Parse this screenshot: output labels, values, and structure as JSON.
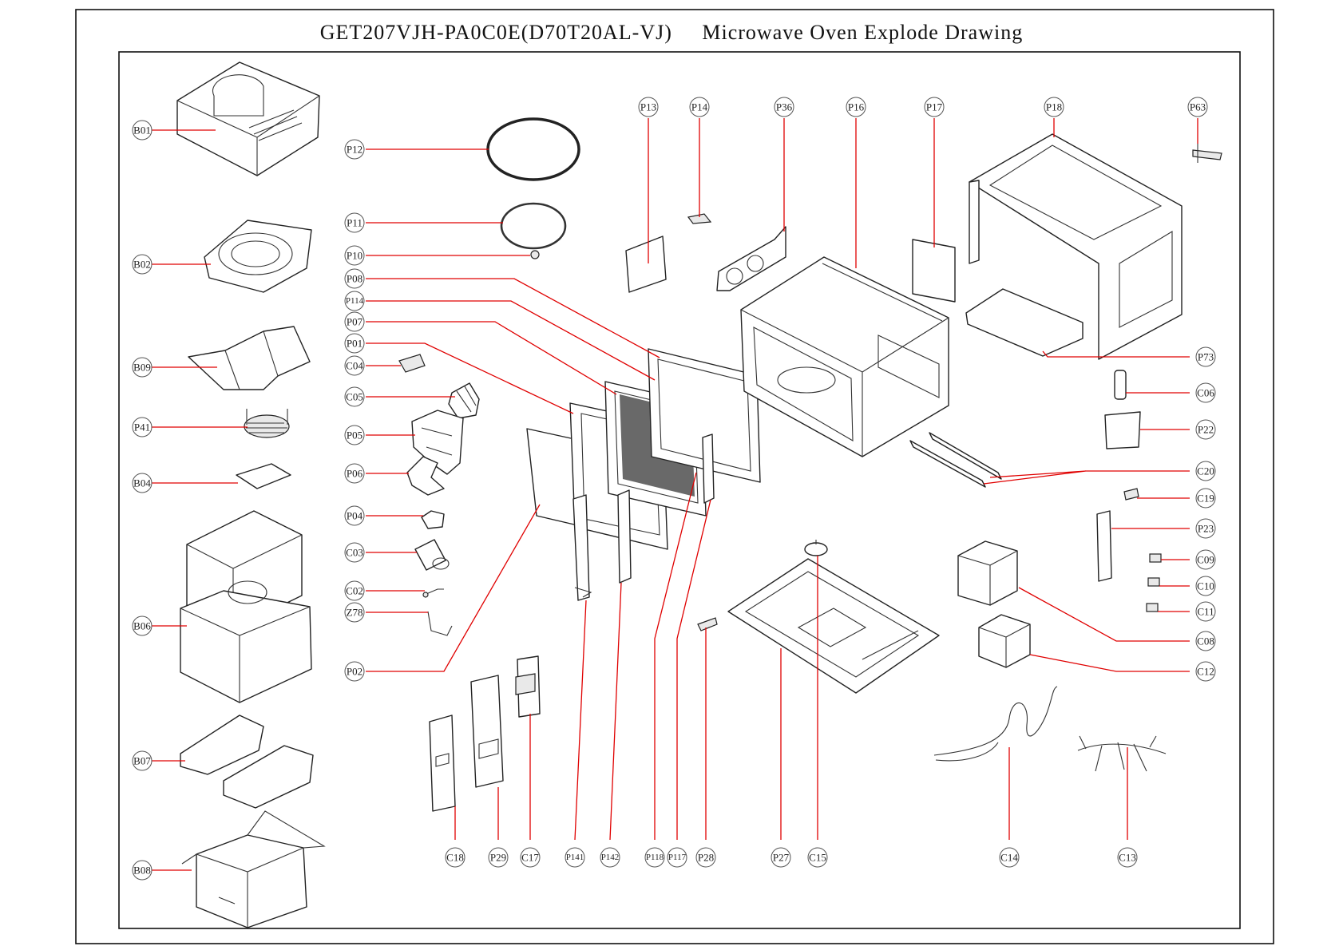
{
  "title": "GET207VJH-PA0C0E(D70T20AL-VJ)     Microwave Oven Explode Drawing",
  "callouts": [
    "B01",
    "B02",
    "B09",
    "P41",
    "B04",
    "B06",
    "B07",
    "B08",
    "P12",
    "P11",
    "P10",
    "P08",
    "P114",
    "P07",
    "P01",
    "C04",
    "C05",
    "P05",
    "P06",
    "P04",
    "C03",
    "C02",
    "Z78",
    "P02",
    "P13",
    "P14",
    "P36",
    "P16",
    "P17",
    "P18",
    "P63",
    "P73",
    "C06",
    "P22",
    "C20",
    "C19",
    "P23",
    "C09",
    "C10",
    "C11",
    "C08",
    "C12",
    "C18",
    "P29",
    "C17",
    "P141",
    "P142",
    "P118",
    "P117",
    "P28",
    "P27",
    "C15",
    "C14",
    "C13"
  ],
  "colors": {
    "leader": "#e00000",
    "outline": "#222222"
  }
}
